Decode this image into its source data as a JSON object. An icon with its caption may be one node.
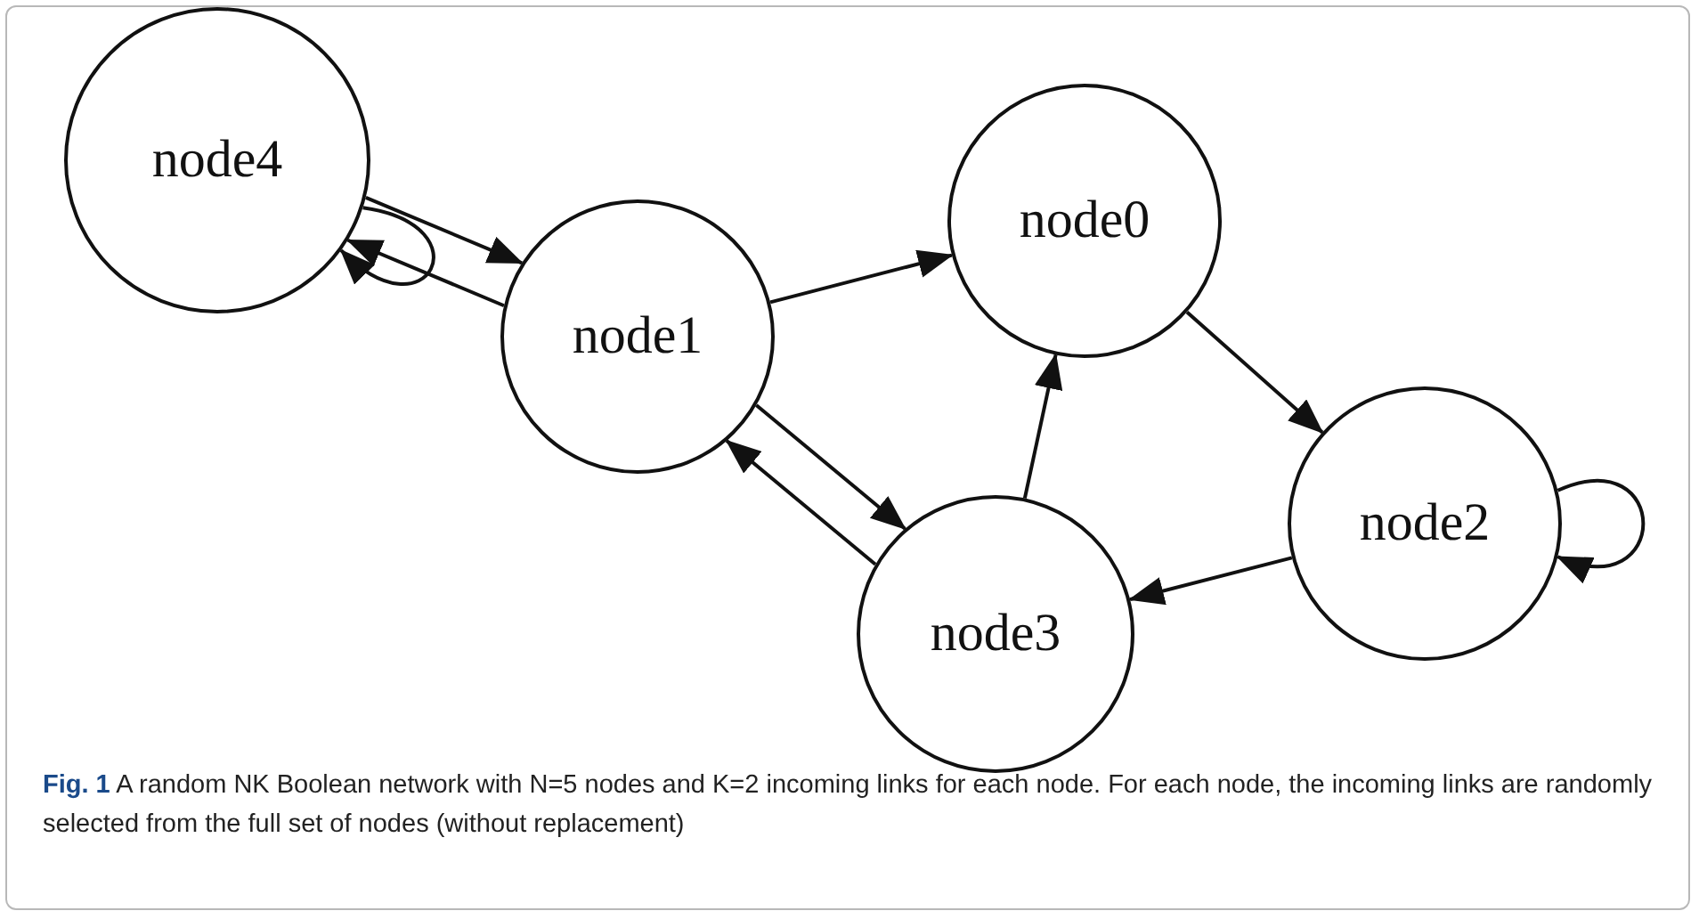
{
  "diagram": {
    "nodes": [
      {
        "text": [
          "node4"
        ]
      },
      {
        "text": [
          "node0"
        ]
      },
      {
        "text": [
          "node1"
        ]
      },
      {
        "text": [
          "node2"
        ]
      },
      {
        "text": [
          "node3"
        ]
      }
    ],
    "edges": [
      {
        "from": 0,
        "to": 0,
        "arrow": "to"
      },
      {
        "from": 0,
        "to": 2,
        "arrow": "to"
      },
      {
        "from": 2,
        "to": 0,
        "arrow": "to"
      },
      {
        "from": 2,
        "to": 1,
        "arrow": "to"
      },
      {
        "from": 2,
        "to": 4,
        "arrow": "to"
      },
      {
        "from": 4,
        "to": 2,
        "arrow": "to"
      },
      {
        "from": 4,
        "to": 1,
        "arrow": "to"
      },
      {
        "from": 1,
        "to": 3,
        "arrow": "to"
      },
      {
        "from": 3,
        "to": 3,
        "arrow": "to"
      },
      {
        "from": 3,
        "to": 4,
        "arrow": "to"
      }
    ],
    "caption": "**Fig. 1**  A random NK Boolean network with N=5 nodes and K=2 incoming links for each node. For each node, the incoming links are randomly selected from the full set of nodes (without replacement)"
  }
}
